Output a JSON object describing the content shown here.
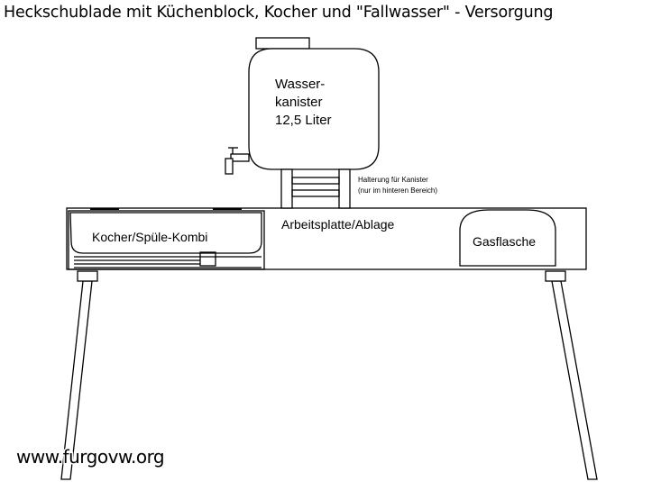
{
  "title": "Heckschublade mit Küchenblock, Kocher und \"Fallwasser\" - Versorgung",
  "canister": {
    "line1": "Wasser-",
    "line2": "kanister",
    "line3": "12,5 Liter"
  },
  "holder_note": {
    "line1": "Halterung für Kanister",
    "line2": "(nur im hinteren Bereich)"
  },
  "stove_label": "Kocher/Spüle-Kombi",
  "worktop_label": "Arbeitsplatte/Ablage",
  "gas_label": "Gasflasche",
  "watermark": "www.furgovw.org"
}
